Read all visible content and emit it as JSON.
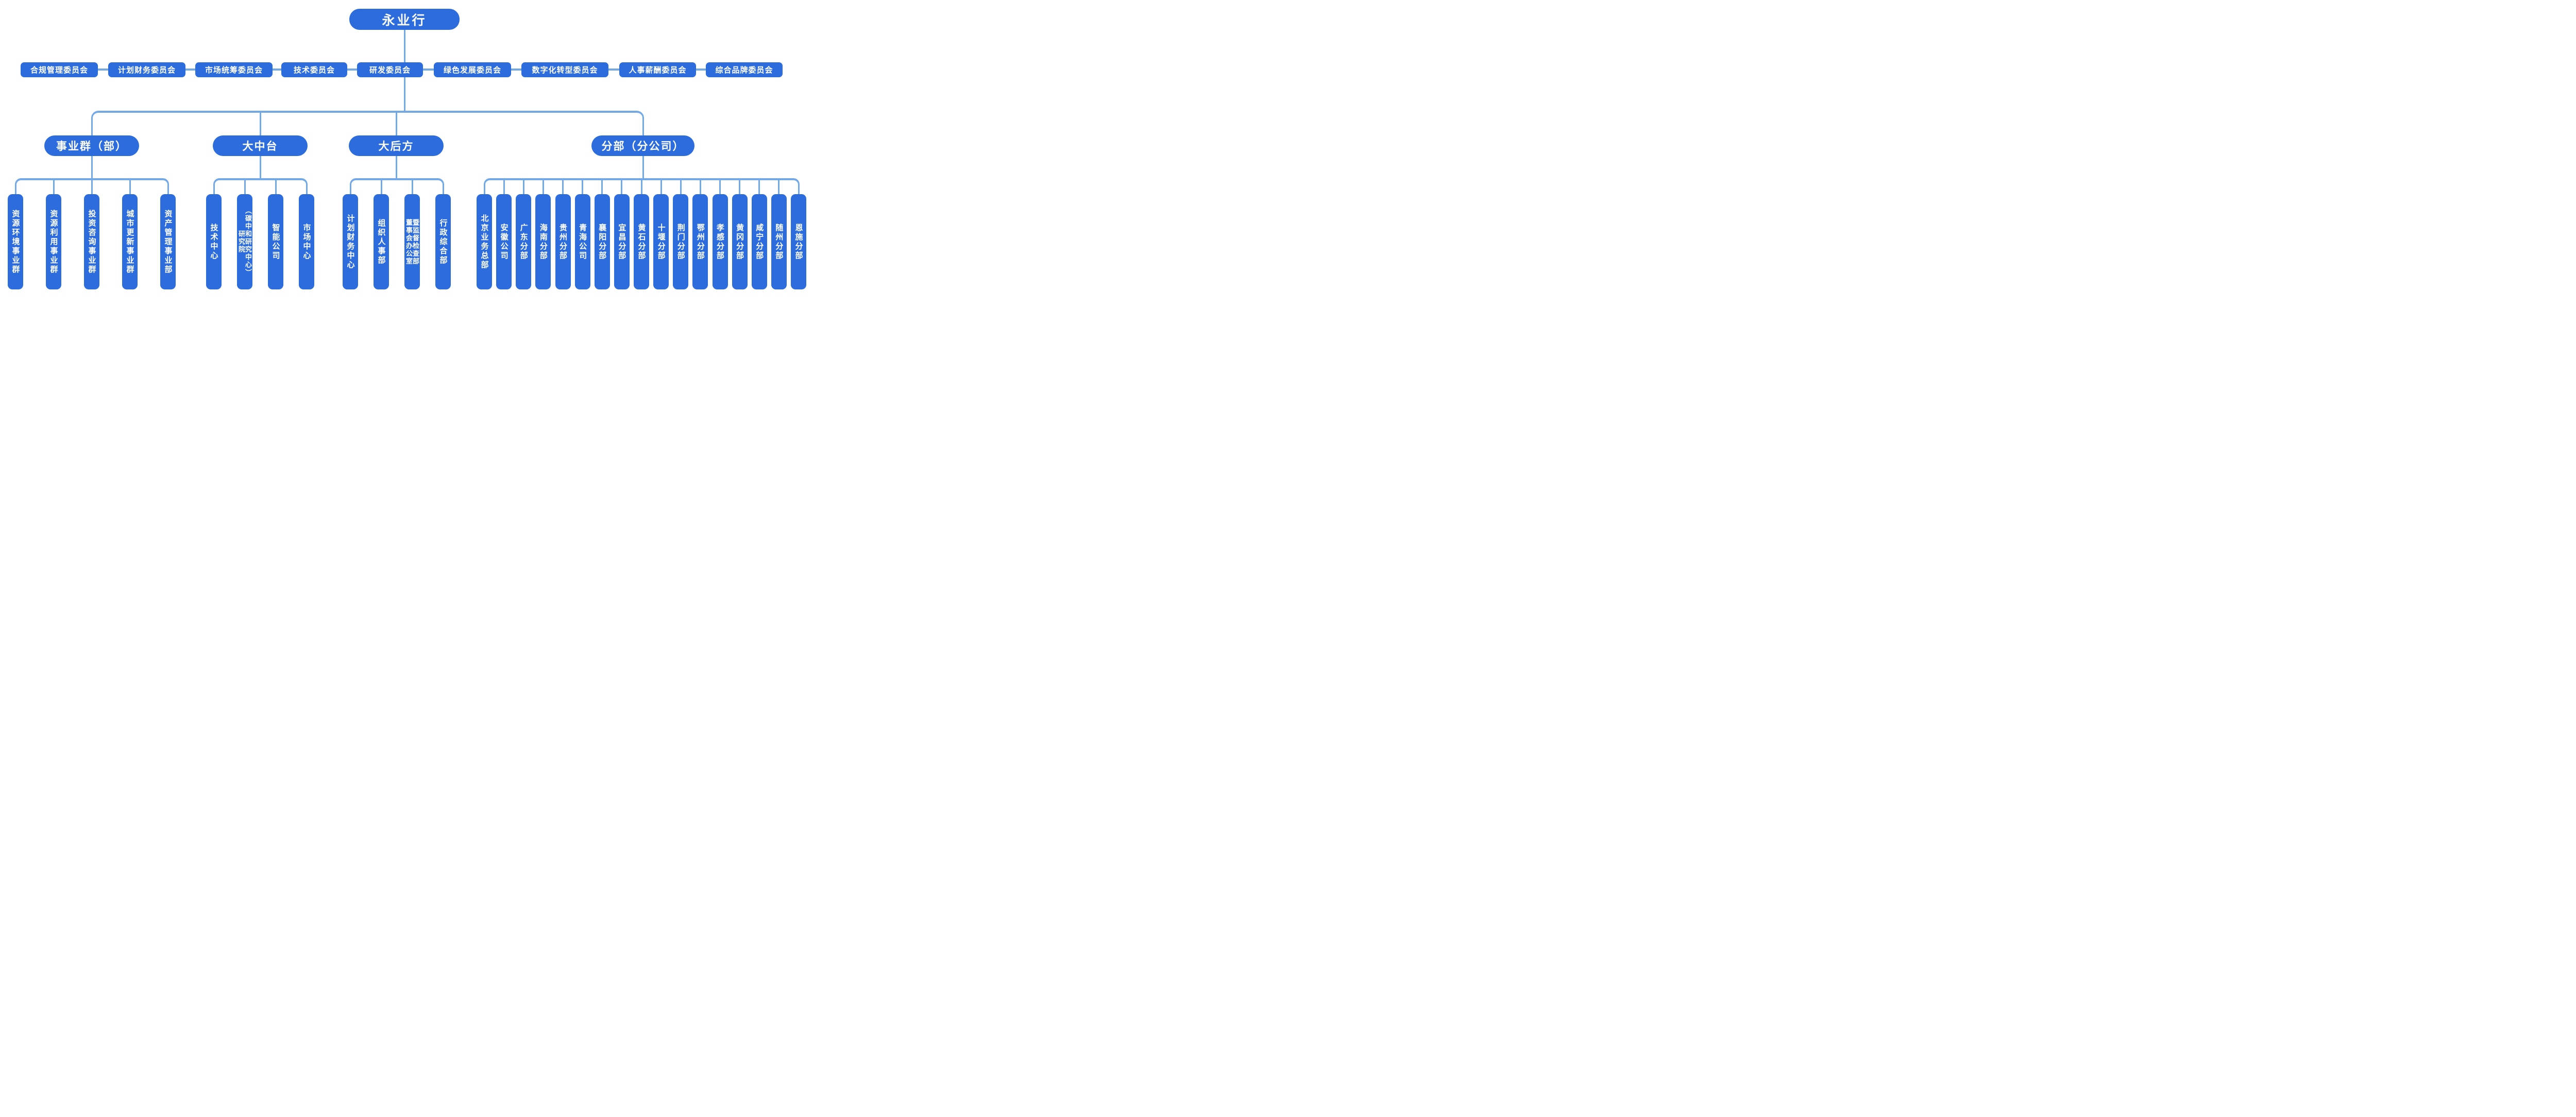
{
  "colors": {
    "node_blue": "#2c6cdc",
    "connector_blue": "#74a9e8",
    "text": "#ffffff",
    "background": "#ffffff"
  },
  "root": {
    "label": "永业行"
  },
  "committees": [
    {
      "label": "合规管理委员会"
    },
    {
      "label": "计划财务委员会"
    },
    {
      "label": "市场统筹委员会"
    },
    {
      "label": "技术委员会"
    },
    {
      "label": "研发委员会"
    },
    {
      "label": "绿色发展委员会"
    },
    {
      "label": "数字化转型委员会"
    },
    {
      "label": "人事薪酬委员会"
    },
    {
      "label": "综合品牌委员会"
    }
  ],
  "divisions": [
    {
      "label": "事业群（部）",
      "children": [
        {
          "label": "资源环境事业群"
        },
        {
          "label": "资源利用事业群"
        },
        {
          "label": "投资咨询事业群"
        },
        {
          "label": "城市更新事业群"
        },
        {
          "label": "资产管理事业部"
        }
      ]
    },
    {
      "label": "大中台",
      "children": [
        {
          "label": "技术中心"
        },
        {
          "label": "研究院\n（碳中和研究中心）"
        },
        {
          "label": "智能公司"
        },
        {
          "label": "市场中心"
        }
      ]
    },
    {
      "label": "大后方",
      "children": [
        {
          "label": "计划财务中心"
        },
        {
          "label": "组织人事部"
        },
        {
          "label": "董事会办公室\n暨监督检查部"
        },
        {
          "label": "行政综合部"
        }
      ]
    },
    {
      "label": "分部（分公司）",
      "children": [
        {
          "label": "北京业务总部"
        },
        {
          "label": "安徽公司"
        },
        {
          "label": "广东分部"
        },
        {
          "label": "海南分部"
        },
        {
          "label": "贵州分部"
        },
        {
          "label": "青海公司"
        },
        {
          "label": "襄阳分部"
        },
        {
          "label": "宜昌分部"
        },
        {
          "label": "黄石分部"
        },
        {
          "label": "十堰分部"
        },
        {
          "label": "荆门分部"
        },
        {
          "label": "鄂州分部"
        },
        {
          "label": "孝感分部"
        },
        {
          "label": "黄冈分部"
        },
        {
          "label": "咸宁分部"
        },
        {
          "label": "随州分部"
        },
        {
          "label": "恩施分部"
        }
      ]
    }
  ]
}
